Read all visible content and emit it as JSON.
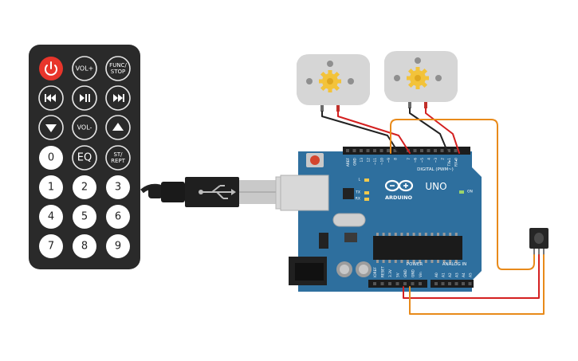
{
  "remote": {
    "buttons": [
      {
        "id": "power",
        "label": "",
        "icon": "power-icon"
      },
      {
        "id": "vol-up",
        "label": "VOL+"
      },
      {
        "id": "func-stop",
        "label": "FUNC/",
        "label2": "STOP"
      },
      {
        "id": "prev",
        "label": "",
        "icon": "skip-back-icon"
      },
      {
        "id": "play-pause",
        "label": "",
        "icon": "play-pause-icon"
      },
      {
        "id": "next",
        "label": "",
        "icon": "skip-forward-icon"
      },
      {
        "id": "down",
        "label": "",
        "icon": "triangle-down-icon"
      },
      {
        "id": "vol-down",
        "label": "VOL-"
      },
      {
        "id": "up",
        "label": "",
        "icon": "triangle-up-icon"
      },
      {
        "id": "0",
        "label": "0"
      },
      {
        "id": "eq",
        "label": "EQ"
      },
      {
        "id": "st-rept",
        "label": "ST/",
        "label2": "REPT"
      },
      {
        "id": "1",
        "label": "1"
      },
      {
        "id": "2",
        "label": "2"
      },
      {
        "id": "3",
        "label": "3"
      },
      {
        "id": "4",
        "label": "4"
      },
      {
        "id": "5",
        "label": "5"
      },
      {
        "id": "6",
        "label": "6"
      },
      {
        "id": "7",
        "label": "7"
      },
      {
        "id": "8",
        "label": "8"
      },
      {
        "id": "9",
        "label": "9"
      }
    ]
  },
  "arduino": {
    "logo_text": "ARDUINO",
    "model": "UNO",
    "digital_label": "DIGITAL (PWM~)",
    "analog_label": "ANALOG IN",
    "power_label": "POWER",
    "on_label": "ON",
    "led_l": "L",
    "led_tx": "TX",
    "led_rx": "RX",
    "digital_pins": [
      "AREF",
      "GND",
      "13",
      "12",
      "~11",
      "~10",
      "~9",
      "8",
      "7",
      "~6",
      "~5",
      "4",
      "~3",
      "2",
      "TX▸1",
      "RX◂0"
    ],
    "power_pins": [
      "IOREF",
      "RESET",
      "3.3V",
      "5V",
      "GND",
      "GND",
      "Vin"
    ],
    "analog_pins": [
      "A0",
      "A1",
      "A2",
      "A3",
      "A4",
      "A5"
    ]
  },
  "colors": {
    "board": "#2e6f9e",
    "remote_body": "#2a2a2a",
    "power_button": "#e8352b",
    "wire_red": "#d42020",
    "wire_black": "#222222",
    "wire_orange": "#e88a1a"
  }
}
